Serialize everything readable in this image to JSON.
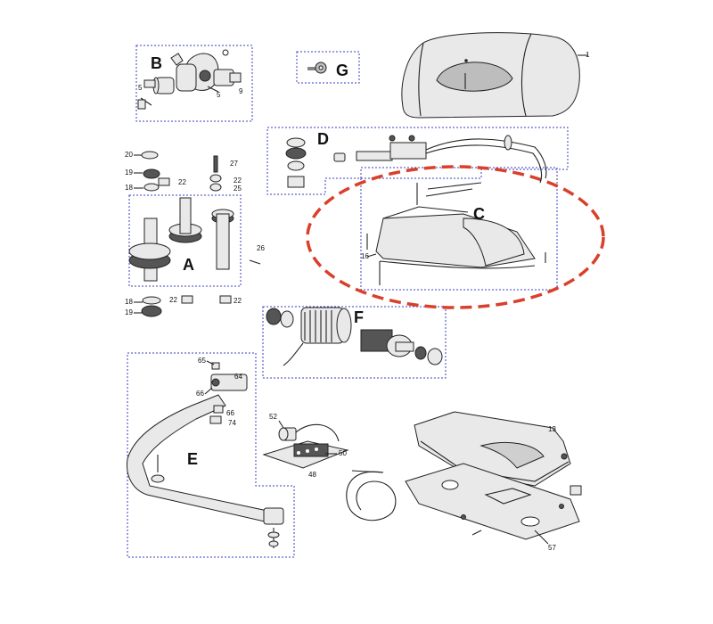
{
  "group_labels": {
    "a": "A",
    "b": "B",
    "c": "C",
    "d": "D",
    "e": "E",
    "f": "F",
    "g": "G"
  },
  "part_numbers": {
    "cover": "1",
    "b_5a": "5",
    "b_5b": "5",
    "b_9": "9",
    "p20": "20",
    "p19a": "19",
    "p18a": "18",
    "p22a": "22",
    "p27": "27",
    "p22b": "22",
    "p25": "25",
    "p26": "26",
    "p18b": "18",
    "p19b": "19",
    "p22c": "22",
    "p22d": "22",
    "p16": "16",
    "p65": "65",
    "p64": "64",
    "p66a": "66",
    "p66b": "66",
    "p74": "74",
    "p52": "52",
    "p50": "50",
    "p48": "48",
    "p13": "13",
    "p57": "57"
  },
  "highlight_color": "#d9402b",
  "box_color": "#3a3fbf"
}
